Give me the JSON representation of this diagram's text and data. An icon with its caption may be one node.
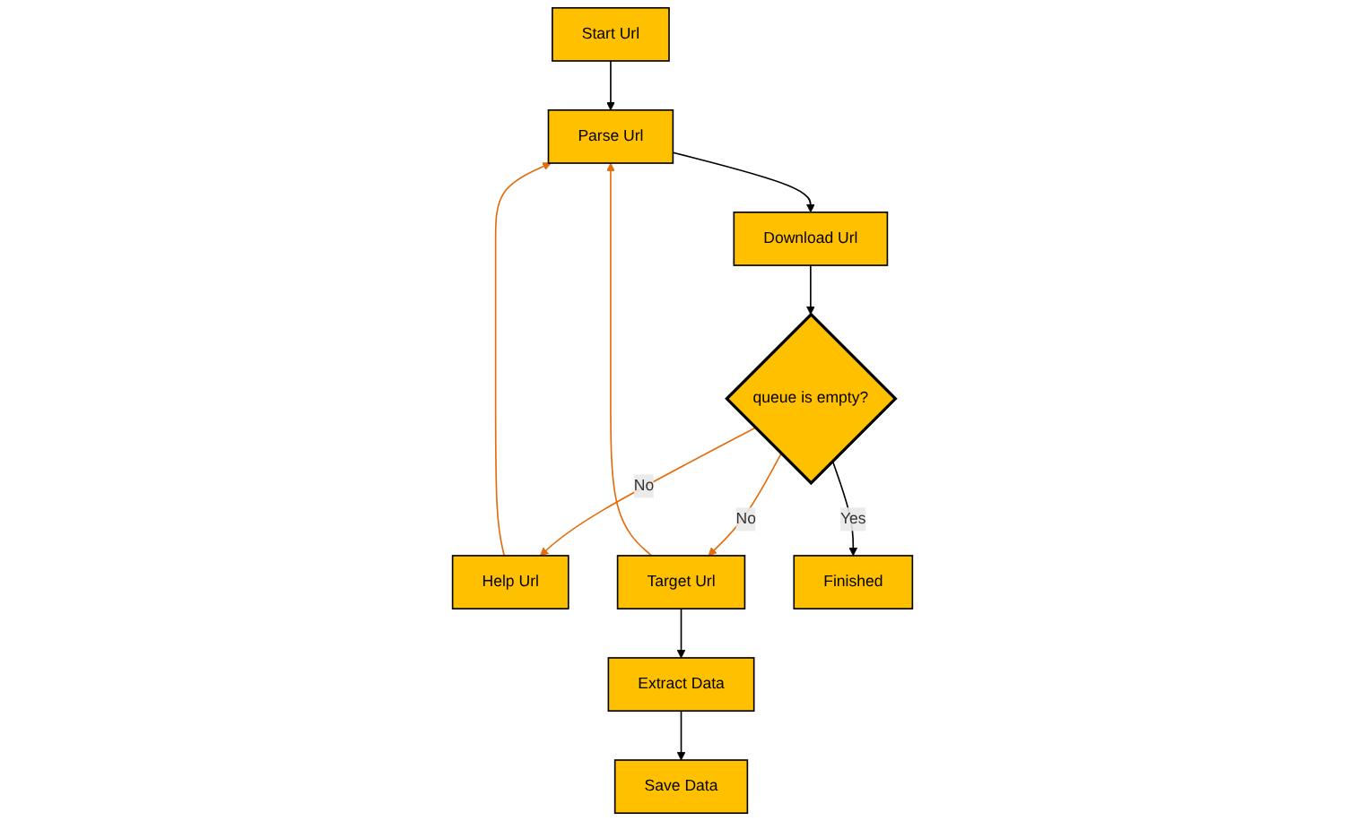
{
  "diagram": {
    "nodes": [
      {
        "text": [
          "Start Url"
        ]
      },
      {
        "text": [
          "Help Url"
        ]
      },
      {
        "text": [
          "Parse Url"
        ]
      },
      {
        "text": [
          "Target Url"
        ]
      },
      {
        "text": [
          "Extract Data"
        ]
      },
      {
        "text": [
          "Download Url"
        ]
      },
      {
        "text": [
          "Save Data"
        ]
      },
      {
        "text": [
          "queue is empty?"
        ]
      },
      {
        "text": [
          "Finished"
        ]
      }
    ],
    "edges": [
      {
        "from": 0,
        "to": 2,
        "arrow": "to"
      },
      {
        "from": 1,
        "to": 2,
        "arrow": "to",
        "color": "#e46c0a"
      },
      {
        "from": 3,
        "to": 2,
        "arrow": "to",
        "color": "#e46c0a"
      },
      {
        "from": 3,
        "to": 4,
        "arrow": "to"
      },
      {
        "from": 4,
        "to": 6,
        "arrow": "to"
      },
      {
        "from": 2,
        "to": 5,
        "arrow": "to"
      },
      {
        "from": 5,
        "to": 7,
        "arrow": "to"
      },
      {
        "from": 7,
        "to": 1,
        "label": "No",
        "arrow": "to",
        "color": "#e46c0a"
      },
      {
        "from": 7,
        "to": 3,
        "label": "No",
        "arrow": "to",
        "color": "#e46c0a"
      },
      {
        "from": 7,
        "to": 8,
        "label": "Yes",
        "arrow": "to"
      }
    ]
  }
}
